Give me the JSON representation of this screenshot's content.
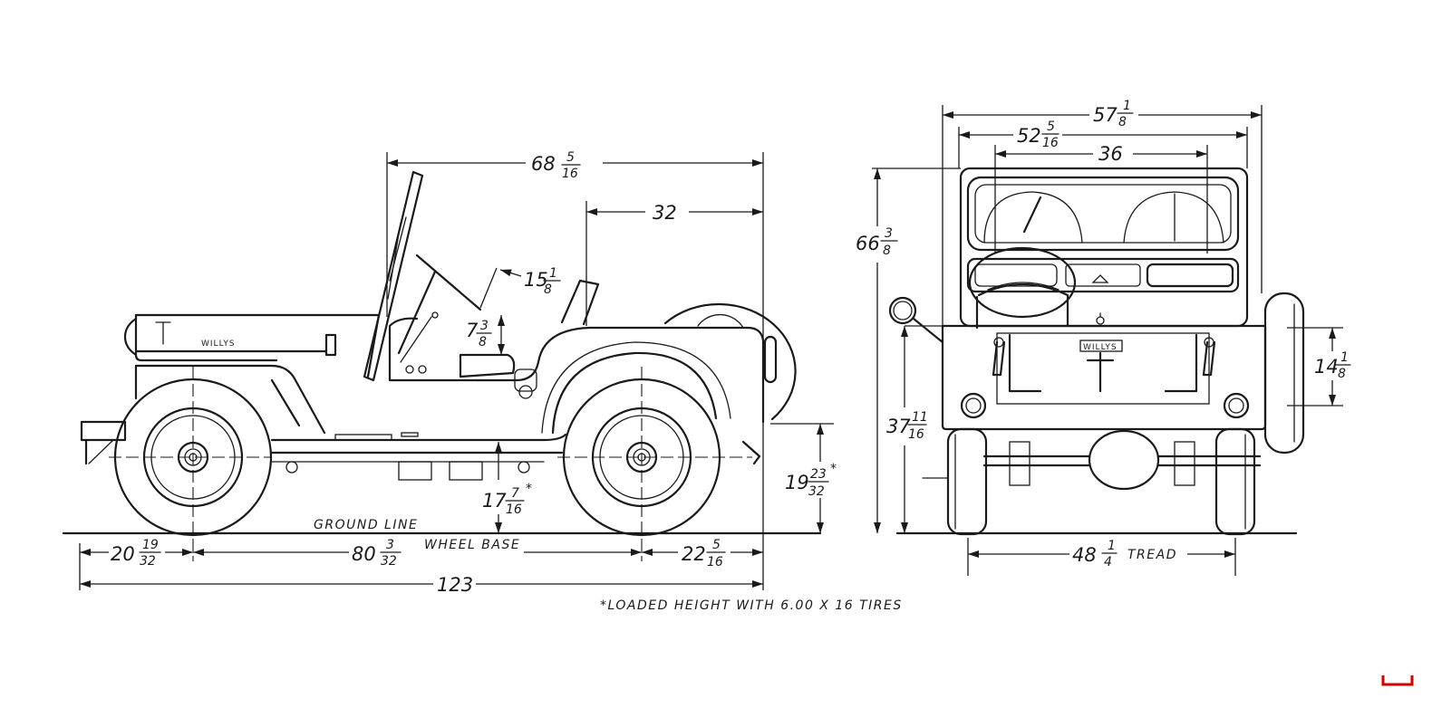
{
  "side_view": {
    "overall_length": "123",
    "overall_width_top": {
      "whole": "68",
      "num": "5",
      "den": "16"
    },
    "seat_to_rear": "32",
    "windshield_dim": {
      "whole": "15",
      "num": "1",
      "den": "8"
    },
    "seat_height": {
      "whole": "7",
      "num": "3",
      "den": "8"
    },
    "ground_clearance": {
      "whole": "17",
      "num": "7",
      "den": "16",
      "mark": "*"
    },
    "rear_height": {
      "whole": "19",
      "num": "23",
      "den": "32",
      "mark": "*"
    },
    "front_overhang": {
      "whole": "20",
      "num": "19",
      "den": "32"
    },
    "wheel_base": {
      "whole": "80",
      "num": "3",
      "den": "32"
    },
    "rear_overhang": {
      "whole": "22",
      "num": "5",
      "den": "16"
    },
    "ground_line_label": "GROUND LINE",
    "wheel_base_label": "WHEEL BASE",
    "badge": "WILLYS"
  },
  "rear_view": {
    "overall_width": {
      "whole": "57",
      "num": "1",
      "den": "8"
    },
    "body_width": {
      "whole": "52",
      "num": "5",
      "den": "16"
    },
    "top_width": "36",
    "overall_height": {
      "whole": "66",
      "num": "3",
      "den": "8"
    },
    "body_height": {
      "whole": "37",
      "num": "11",
      "den": "16"
    },
    "tire_dim": {
      "whole": "14",
      "num": "1",
      "den": "8"
    },
    "tread": {
      "whole": "48",
      "num": "1",
      "den": "4"
    },
    "tread_label": "TREAD",
    "badge": "WILLYS"
  },
  "footnote": "*LOADED HEIGHT WITH  6.00 X 16 TIRES"
}
